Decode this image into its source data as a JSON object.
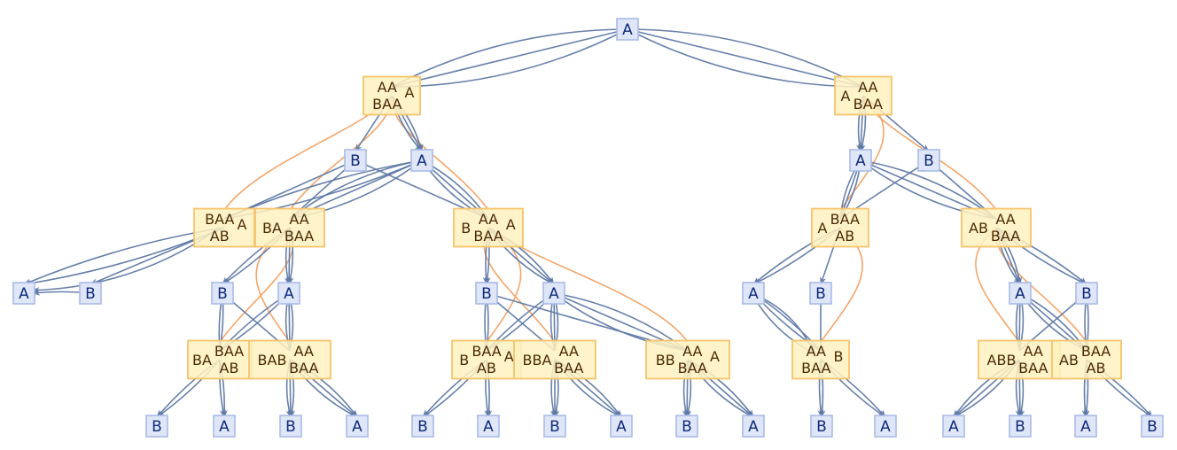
{
  "title": "Multiway substitution system graph",
  "colors": {
    "small_node_fill": "#dfe6f8",
    "small_node_stroke": "#a9bbe8",
    "small_node_text": "#0f2a7a",
    "big_node_fill": "#fff1bf",
    "big_node_stroke": "#f6c46c",
    "big_node_text": "#4a2a05",
    "event_edge": "#5f7aa6",
    "causal_edge": "#f5a56a"
  },
  "nodes": [
    {
      "id": "s0",
      "type": "state",
      "label": "A"
    },
    {
      "id": "e1",
      "type": "event",
      "left": "",
      "top": "AA",
      "bottom": "BAA",
      "right": "A"
    },
    {
      "id": "e2",
      "type": "event",
      "left": "A",
      "top": "AA",
      "bottom": "BAA",
      "right": ""
    },
    {
      "id": "s2a",
      "type": "state",
      "label": "B"
    },
    {
      "id": "s2b",
      "type": "state",
      "label": "A"
    },
    {
      "id": "s2c",
      "type": "state",
      "label": "A"
    },
    {
      "id": "s2d",
      "type": "state",
      "label": "B"
    },
    {
      "id": "e3a",
      "type": "event",
      "left": "",
      "top": "BAA",
      "bottom": "AB",
      "right": "A"
    },
    {
      "id": "e3b",
      "type": "event",
      "left": "BA",
      "top": "AA",
      "bottom": "BAA",
      "right": ""
    },
    {
      "id": "e3c",
      "type": "event",
      "left": "B",
      "top": "AA",
      "bottom": "BAA",
      "right": "A"
    },
    {
      "id": "e3d",
      "type": "event",
      "left": "A",
      "top": "BAA",
      "bottom": "AB",
      "right": ""
    },
    {
      "id": "e3e",
      "type": "event",
      "left": "AB",
      "top": "AA",
      "bottom": "BAA",
      "right": ""
    },
    {
      "id": "s4a",
      "type": "state",
      "label": "A"
    },
    {
      "id": "s4b",
      "type": "state",
      "label": "B"
    },
    {
      "id": "s4c",
      "type": "state",
      "label": "B"
    },
    {
      "id": "s4d",
      "type": "state",
      "label": "A"
    },
    {
      "id": "s4e",
      "type": "state",
      "label": "B"
    },
    {
      "id": "s4f",
      "type": "state",
      "label": "A"
    },
    {
      "id": "s4g",
      "type": "state",
      "label": "A"
    },
    {
      "id": "s4h",
      "type": "state",
      "label": "B"
    },
    {
      "id": "s4i",
      "type": "state",
      "label": "A"
    },
    {
      "id": "s4j",
      "type": "state",
      "label": "B"
    },
    {
      "id": "e5a",
      "type": "event",
      "left": "BA",
      "top": "BAA",
      "bottom": "AB",
      "right": ""
    },
    {
      "id": "e5b",
      "type": "event",
      "left": "BAB",
      "top": "AA",
      "bottom": "BAA",
      "right": ""
    },
    {
      "id": "e5c",
      "type": "event",
      "left": "B",
      "top": "BAA",
      "bottom": "AB",
      "right": "A"
    },
    {
      "id": "e5d",
      "type": "event",
      "left": "BBA",
      "top": "AA",
      "bottom": "BAA",
      "right": ""
    },
    {
      "id": "e5e",
      "type": "event",
      "left": "BB",
      "top": "AA",
      "bottom": "BAA",
      "right": "A"
    },
    {
      "id": "e5f",
      "type": "event",
      "left": "",
      "top": "AA",
      "bottom": "BAA",
      "right": "B"
    },
    {
      "id": "e5g",
      "type": "event",
      "left": "ABB",
      "top": "AA",
      "bottom": "BAA",
      "right": ""
    },
    {
      "id": "e5h",
      "type": "event",
      "left": "AB",
      "top": "BAA",
      "bottom": "AB",
      "right": ""
    },
    {
      "id": "s6a",
      "type": "state",
      "label": "B"
    },
    {
      "id": "s6b",
      "type": "state",
      "label": "A"
    },
    {
      "id": "s6c",
      "type": "state",
      "label": "B"
    },
    {
      "id": "s6d",
      "type": "state",
      "label": "A"
    },
    {
      "id": "s6e",
      "type": "state",
      "label": "B"
    },
    {
      "id": "s6f",
      "type": "state",
      "label": "A"
    },
    {
      "id": "s6g",
      "type": "state",
      "label": "B"
    },
    {
      "id": "s6h",
      "type": "state",
      "label": "A"
    },
    {
      "id": "s6i",
      "type": "state",
      "label": "B"
    },
    {
      "id": "s6j",
      "type": "state",
      "label": "A"
    },
    {
      "id": "s6k",
      "type": "state",
      "label": "B"
    },
    {
      "id": "s6l",
      "type": "state",
      "label": "A"
    },
    {
      "id": "s6m",
      "type": "state",
      "label": "A"
    },
    {
      "id": "s6n",
      "type": "state",
      "label": "B"
    },
    {
      "id": "s6o",
      "type": "state",
      "label": "A"
    },
    {
      "id": "s6p",
      "type": "state",
      "label": "B"
    }
  ],
  "edges": [
    {
      "from": "s0",
      "to": "e1",
      "kind": "event",
      "count": 3
    },
    {
      "from": "s0",
      "to": "e2",
      "kind": "event",
      "count": 3
    },
    {
      "from": "e1",
      "to": "s2a",
      "kind": "event",
      "count": 1
    },
    {
      "from": "e1",
      "to": "s2b",
      "kind": "event",
      "count": 3
    },
    {
      "from": "e2",
      "to": "s2c",
      "kind": "event",
      "count": 3
    },
    {
      "from": "e2",
      "to": "s2d",
      "kind": "event",
      "count": 1
    },
    {
      "from": "e1",
      "to": "e3a",
      "kind": "causal",
      "count": 1
    },
    {
      "from": "e1",
      "to": "e3b",
      "kind": "causal",
      "count": 1
    },
    {
      "from": "e1",
      "to": "e3c",
      "kind": "causal",
      "count": 1
    },
    {
      "from": "e2",
      "to": "e3d",
      "kind": "causal",
      "count": 1
    },
    {
      "from": "e2",
      "to": "e3e",
      "kind": "causal",
      "count": 1
    },
    {
      "from": "s2a",
      "to": "e3a",
      "kind": "event",
      "count": 1
    },
    {
      "from": "s2a",
      "to": "e3b",
      "kind": "event",
      "count": 1
    },
    {
      "from": "s2a",
      "to": "e3c",
      "kind": "event",
      "count": 1
    },
    {
      "from": "s2b",
      "to": "e3a",
      "kind": "event",
      "count": 2
    },
    {
      "from": "s2b",
      "to": "e3b",
      "kind": "event",
      "count": 3
    },
    {
      "from": "s2b",
      "to": "e3c",
      "kind": "event",
      "count": 3
    },
    {
      "from": "s2c",
      "to": "e3d",
      "kind": "event",
      "count": 3
    },
    {
      "from": "s2c",
      "to": "e3e",
      "kind": "event",
      "count": 3
    },
    {
      "from": "s2d",
      "to": "e3d",
      "kind": "event",
      "count": 1
    },
    {
      "from": "s2d",
      "to": "e3e",
      "kind": "event",
      "count": 1
    },
    {
      "from": "e3a",
      "to": "s4a",
      "kind": "event",
      "count": 2
    },
    {
      "from": "e3a",
      "to": "s4b",
      "kind": "event",
      "count": 1
    },
    {
      "from": "e3b",
      "to": "s4c",
      "kind": "event",
      "count": 2
    },
    {
      "from": "e3b",
      "to": "s4d",
      "kind": "event",
      "count": 3
    },
    {
      "from": "e3c",
      "to": "s4e",
      "kind": "event",
      "count": 2
    },
    {
      "from": "e3c",
      "to": "s4f",
      "kind": "event",
      "count": 3
    },
    {
      "from": "e3d",
      "to": "s4g",
      "kind": "event",
      "count": 2
    },
    {
      "from": "e3d",
      "to": "s4h",
      "kind": "event",
      "count": 1
    },
    {
      "from": "e3e",
      "to": "s4i",
      "kind": "event",
      "count": 3
    },
    {
      "from": "e3e",
      "to": "s4j",
      "kind": "event",
      "count": 2
    },
    {
      "from": "e3b",
      "to": "e5a",
      "kind": "causal",
      "count": 1
    },
    {
      "from": "e3b",
      "to": "e5b",
      "kind": "causal",
      "count": 1
    },
    {
      "from": "e3c",
      "to": "e5c",
      "kind": "causal",
      "count": 1
    },
    {
      "from": "e3c",
      "to": "e5d",
      "kind": "causal",
      "count": 1
    },
    {
      "from": "e3c",
      "to": "e5e",
      "kind": "causal",
      "count": 1
    },
    {
      "from": "e3d",
      "to": "e5f",
      "kind": "causal",
      "count": 1
    },
    {
      "from": "e3e",
      "to": "e5g",
      "kind": "causal",
      "count": 1
    },
    {
      "from": "e3e",
      "to": "e5h",
      "kind": "causal",
      "count": 1
    },
    {
      "from": "s4c",
      "to": "e5a",
      "kind": "event",
      "count": 2
    },
    {
      "from": "s4c",
      "to": "e5b",
      "kind": "event",
      "count": 1
    },
    {
      "from": "s4d",
      "to": "e5a",
      "kind": "event",
      "count": 2
    },
    {
      "from": "s4d",
      "to": "e5b",
      "kind": "event",
      "count": 3
    },
    {
      "from": "s4e",
      "to": "e5c",
      "kind": "event",
      "count": 2
    },
    {
      "from": "s4e",
      "to": "e5d",
      "kind": "event",
      "count": 1
    },
    {
      "from": "s4e",
      "to": "e5e",
      "kind": "event",
      "count": 1
    },
    {
      "from": "s4f",
      "to": "e5c",
      "kind": "event",
      "count": 2
    },
    {
      "from": "s4f",
      "to": "e5d",
      "kind": "event",
      "count": 3
    },
    {
      "from": "s4f",
      "to": "e5e",
      "kind": "event",
      "count": 3
    },
    {
      "from": "s4g",
      "to": "e5f",
      "kind": "event",
      "count": 2
    },
    {
      "from": "s4h",
      "to": "e5f",
      "kind": "event",
      "count": 1
    },
    {
      "from": "s4i",
      "to": "e5g",
      "kind": "event",
      "count": 3
    },
    {
      "from": "s4i",
      "to": "e5h",
      "kind": "event",
      "count": 3
    },
    {
      "from": "s4j",
      "to": "e5g",
      "kind": "event",
      "count": 1
    },
    {
      "from": "s4j",
      "to": "e5h",
      "kind": "event",
      "count": 2
    },
    {
      "from": "e5a",
      "to": "s6a",
      "kind": "event",
      "count": 2
    },
    {
      "from": "e5a",
      "to": "s6b",
      "kind": "event",
      "count": 2
    },
    {
      "from": "e5b",
      "to": "s6c",
      "kind": "event",
      "count": 3
    },
    {
      "from": "e5b",
      "to": "s6d",
      "kind": "event",
      "count": 3
    },
    {
      "from": "e5c",
      "to": "s6e",
      "kind": "event",
      "count": 2
    },
    {
      "from": "e5c",
      "to": "s6f",
      "kind": "event",
      "count": 2
    },
    {
      "from": "e5d",
      "to": "s6g",
      "kind": "event",
      "count": 3
    },
    {
      "from": "e5d",
      "to": "s6h",
      "kind": "event",
      "count": 3
    },
    {
      "from": "e5e",
      "to": "s6i",
      "kind": "event",
      "count": 3
    },
    {
      "from": "e5e",
      "to": "s6j",
      "kind": "event",
      "count": 3
    },
    {
      "from": "e5f",
      "to": "s6k",
      "kind": "event",
      "count": 2
    },
    {
      "from": "e5f",
      "to": "s6l",
      "kind": "event",
      "count": 2
    },
    {
      "from": "e5g",
      "to": "s6m",
      "kind": "event",
      "count": 3
    },
    {
      "from": "e5g",
      "to": "s6n",
      "kind": "event",
      "count": 3
    },
    {
      "from": "e5h",
      "to": "s6o",
      "kind": "event",
      "count": 2
    },
    {
      "from": "e5h",
      "to": "s6p",
      "kind": "event",
      "count": 2
    },
    {
      "from": "s4a",
      "to": "e3a",
      "kind": "event",
      "count": 0
    },
    {
      "from": "s4g",
      "to": "e5f",
      "kind": "event",
      "count": 0
    }
  ]
}
